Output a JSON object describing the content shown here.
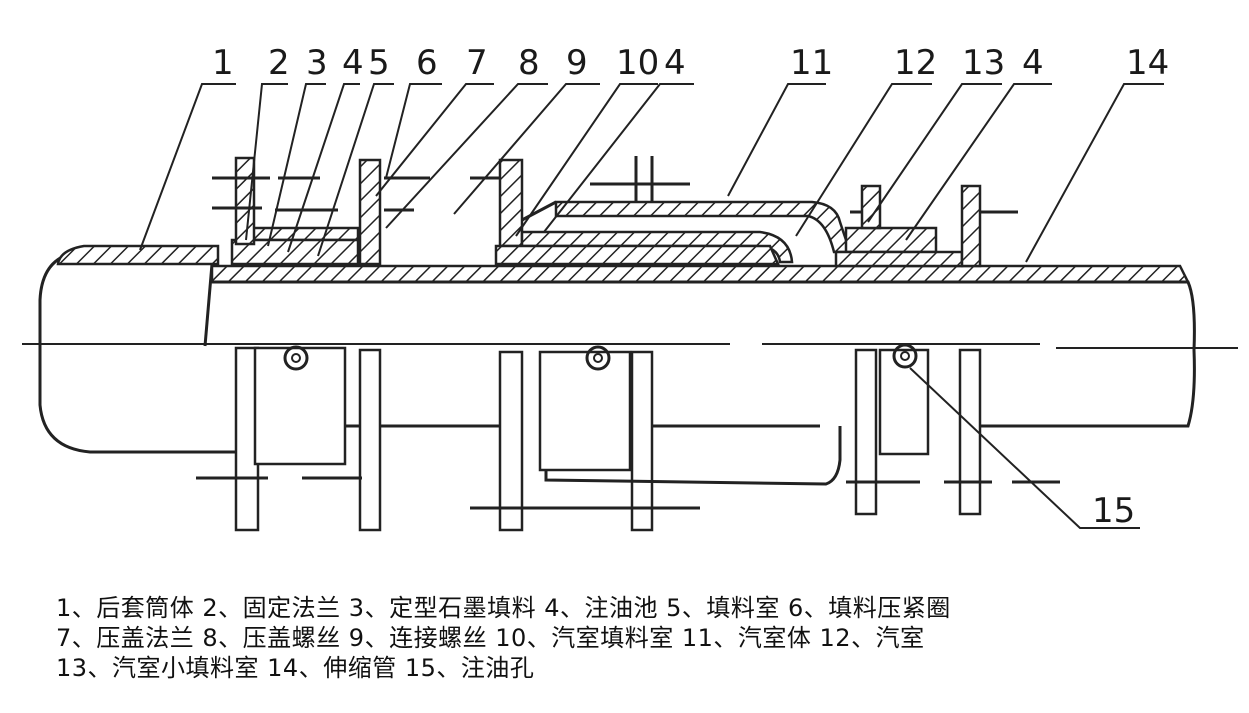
{
  "labels": {
    "l1": "1",
    "l2": "2",
    "l3": "3",
    "l4a": "4",
    "l5": "5",
    "l6": "6",
    "l7": "7",
    "l8": "8",
    "l9": "9",
    "l10": "10",
    "l4b": "4",
    "l11": "11",
    "l12": "12",
    "l13": "13",
    "l4c": "4",
    "l14": "14",
    "l15": "15"
  },
  "caption": {
    "line1": "1、后套筒体 2、固定法兰 3、定型石墨填料 4、注油池 5、填料室 6、填料压紧圈",
    "line2": "7、压盖法兰 8、压盖螺丝 9、连接螺丝 10、汽室填料室 11、汽室体 12、汽室",
    "line3": "13、汽室小填料室 14、伸缩管 15、注油孔"
  }
}
